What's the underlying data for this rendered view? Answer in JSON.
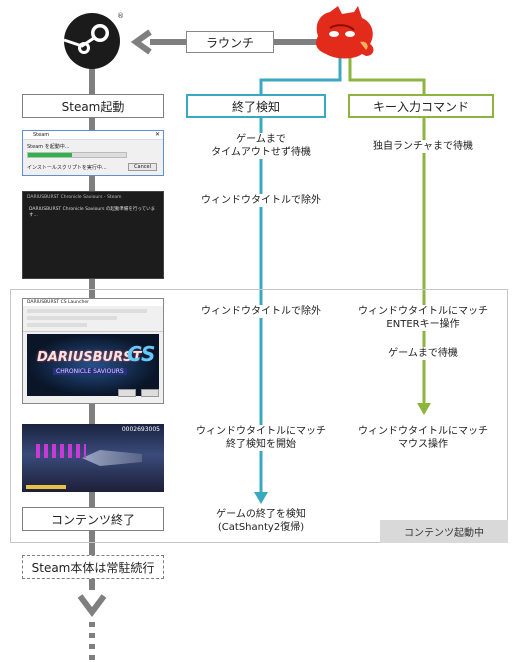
{
  "colors": {
    "steam_line": "#7f7f7f",
    "detect_line": "#3aa8c1",
    "key_line": "#8db43e"
  },
  "launch": "ラウンチ",
  "columns": {
    "steam": "Steam起動",
    "detect": "終了検知",
    "key": "キー入力コマンド"
  },
  "detect_steps": {
    "wait_timeout": "ゲームまで\nタイムアウトせず待機",
    "exclude_title_1": "ウィンドウタイトルで除外",
    "exclude_title_2": "ウィンドウタイトルで除外",
    "match_start": "ウィンドウタイトルにマッチ\n終了検知を開始",
    "detected": "ゲームの終了を検知\n(CatShanty2復帰)"
  },
  "key_steps": {
    "wait_launcher": "独自ランチャまで待機",
    "match_enter": "ウィンドウタイトルにマッチ\nENTERキー操作",
    "wait_game": "ゲームまで待機",
    "match_mouse": "ウィンドウタイトルにマッチ\nマウス操作"
  },
  "content_end": "コンテンツ終了",
  "steam_resident": "Steam本体は常駐続行",
  "region_label": "コンテンツ起動中",
  "screens": {
    "steam_dialog": {
      "title": "Steam",
      "line1": "Steam を起動中...",
      "line2": "インストールスクリプトを実行中...",
      "cancel": "Cancel",
      "progress": 0.45
    },
    "black_window": {
      "title": "DARIUSBURST Chronicle Saviours - Steam",
      "body": "DARIUSBURST Chronicle Saviours の起動準備を行っています..."
    },
    "launcher": {
      "title": "DARIUSBURST CS Launcher",
      "logo_main": "DARIUSBURST",
      "logo_cs": "CS",
      "logo_sub": "CHRONICLE SAVIOURS"
    },
    "game": {
      "score": "0002693005"
    }
  }
}
